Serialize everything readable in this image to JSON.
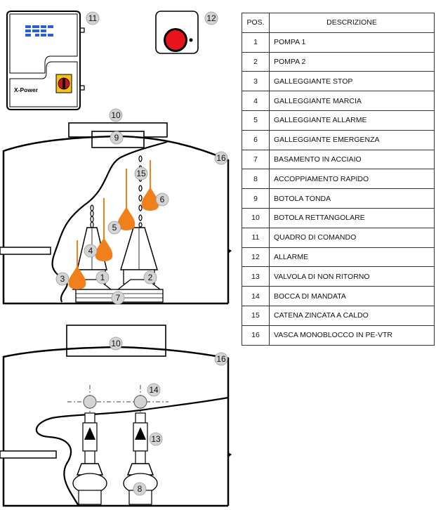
{
  "legend": {
    "header": {
      "pos": "POS.",
      "desc": "DESCRIZIONE"
    },
    "rows": [
      {
        "pos": "1",
        "desc": "POMPA 1"
      },
      {
        "pos": "2",
        "desc": "POMPA 2"
      },
      {
        "pos": "3",
        "desc": "GALLEGGIANTE STOP"
      },
      {
        "pos": "4",
        "desc": "GALLEGGIANTE MARCIA"
      },
      {
        "pos": "5",
        "desc": "GALLEGGIANTE ALLARME"
      },
      {
        "pos": "6",
        "desc": "GALLEGGIANTE EMERGENZA"
      },
      {
        "pos": "7",
        "desc": "BASAMENTO IN ACCIAIO"
      },
      {
        "pos": "8",
        "desc": "ACCOPPIAMENTO RAPIDO"
      },
      {
        "pos": "9",
        "desc": "BOTOLA TONDA"
      },
      {
        "pos": "10",
        "desc": "BOTOLA RETTANGOLARE"
      },
      {
        "pos": "11",
        "desc": "QUADRO DI COMANDO"
      },
      {
        "pos": "12",
        "desc": "ALLARME"
      },
      {
        "pos": "13",
        "desc": "VALVOLA DI NON RITORNO"
      },
      {
        "pos": "14",
        "desc": "BOCCA DI MANDATA"
      },
      {
        "pos": "15",
        "desc": "CATENA ZINCATA A CALDO"
      },
      {
        "pos": "16",
        "desc": "VASCA MONOBLOCCO IN PE-VTR"
      }
    ]
  },
  "panel_brand": "X-Power",
  "colors": {
    "float": "#f07f1c",
    "alarm_red": "#e8141c",
    "display_blue": "#2a5fd6",
    "badge": "#d4d4d4"
  },
  "badges": {
    "b11": "11",
    "b12": "12",
    "b10a": "10",
    "b9": "9",
    "b16a": "16",
    "b15": "15",
    "b6": "6",
    "b5": "5",
    "b4": "4",
    "b3": "3",
    "b1": "1",
    "b2": "2",
    "b7": "7",
    "b10b": "10",
    "b16b": "16",
    "b14": "14",
    "b13": "13",
    "b8": "8"
  }
}
